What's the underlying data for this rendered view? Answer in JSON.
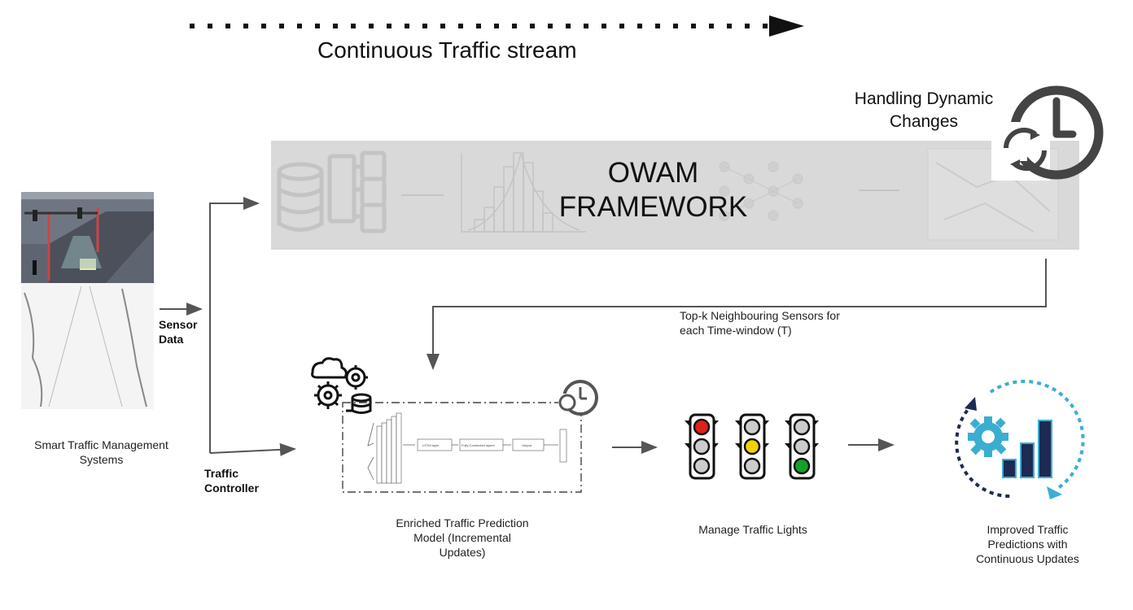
{
  "header": {
    "stream_label": "Continuous Traffic stream",
    "dynamic_label": "Handling Dynamic Changes"
  },
  "owam": {
    "title": "OWAM FRAMEWORK"
  },
  "source": {
    "caption": "Smart Traffic Management Systems",
    "sensor_label": "Sensor Data",
    "controller_label": "Traffic Controller"
  },
  "feedback": {
    "label": "Top-k Neighbouring Sensors for each Time-window (T)"
  },
  "model": {
    "caption": "Enriched Traffic Prediction Model (Incremental Updates)",
    "lstm_label": "LSTM layer",
    "fc_label": "Fully Connected layers",
    "output_label": "Output"
  },
  "lights": {
    "caption": "Manage Traffic Lights"
  },
  "result": {
    "caption": "Improved Traffic Predictions with Continuous Updates"
  },
  "colors": {
    "arrow": "#555555",
    "owam_band": "#d9d9d9",
    "red_light": "#e0201b",
    "yellow_light": "#f2d300",
    "green_light": "#16a12a",
    "navy": "#1d2a52",
    "cyan": "#3aaed0"
  }
}
